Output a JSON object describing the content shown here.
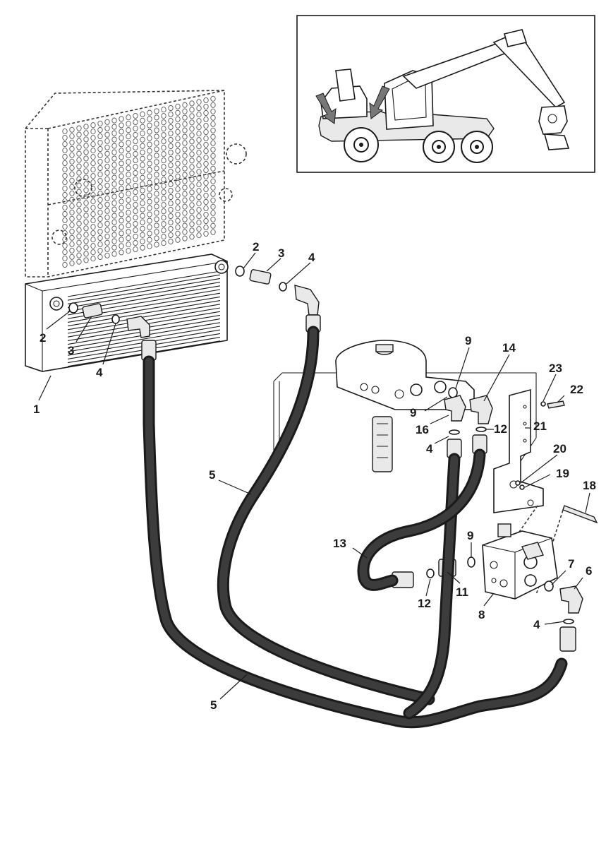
{
  "callouts": [
    {
      "id": "c1",
      "text": "1"
    },
    {
      "id": "c2a",
      "text": "2"
    },
    {
      "id": "c3a",
      "text": "3"
    },
    {
      "id": "c4a",
      "text": "4"
    },
    {
      "id": "c2b",
      "text": "2"
    },
    {
      "id": "c3b",
      "text": "3"
    },
    {
      "id": "c4b",
      "text": "4"
    },
    {
      "id": "c5a",
      "text": "5"
    },
    {
      "id": "c5b",
      "text": "5"
    },
    {
      "id": "c9a",
      "text": "9"
    },
    {
      "id": "c14",
      "text": "14"
    },
    {
      "id": "c9b",
      "text": "9"
    },
    {
      "id": "c16",
      "text": "16"
    },
    {
      "id": "c12a",
      "text": "12"
    },
    {
      "id": "c4c",
      "text": "4"
    },
    {
      "id": "c23",
      "text": "23"
    },
    {
      "id": "c22",
      "text": "22"
    },
    {
      "id": "c21",
      "text": "21"
    },
    {
      "id": "c20",
      "text": "20"
    },
    {
      "id": "c19",
      "text": "19"
    },
    {
      "id": "c18",
      "text": "18"
    },
    {
      "id": "c13",
      "text": "13"
    },
    {
      "id": "c9c",
      "text": "9"
    },
    {
      "id": "c12b",
      "text": "12"
    },
    {
      "id": "c11",
      "text": "11"
    },
    {
      "id": "c8",
      "text": "8"
    },
    {
      "id": "c7",
      "text": "7"
    },
    {
      "id": "c6",
      "text": "6"
    },
    {
      "id": "c4d",
      "text": "4"
    }
  ]
}
